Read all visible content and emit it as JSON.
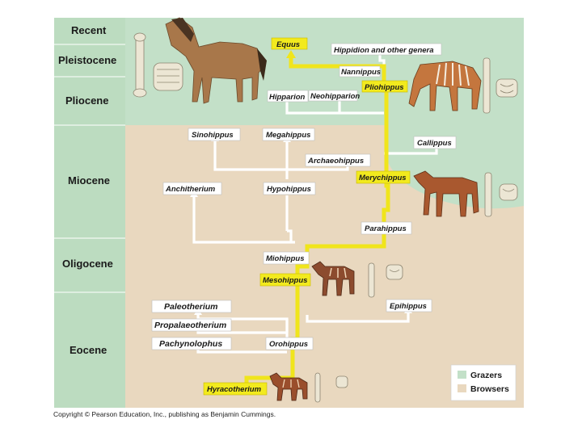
{
  "epochs": {
    "recent": "Recent",
    "pleistocene": "Pleistocene",
    "pliocene": "Pliocene",
    "miocene": "Miocene",
    "oligocene": "Oligocene",
    "eocene": "Eocene"
  },
  "genera": {
    "equus": "Equus",
    "hippidion": "Hippidion and other genera",
    "nannippus": "Nannippus",
    "pliohippus": "Pliohippus",
    "hipparion": "Hipparion",
    "neohipparion": "Neohipparion",
    "sinohippus": "Sinohippus",
    "megahippus": "Megahippus",
    "callippus": "Callippus",
    "archaeohippus": "Archaeohippus",
    "merychippus": "Merychippus",
    "anchitherium": "Anchitherium",
    "hypohippus": "Hypohippus",
    "parahippus": "Parahippus",
    "miohippus": "Miohippus",
    "mesohippus": "Mesohippus",
    "paleotherium": "Paleotherium",
    "propalaeotherium": "Propalaeotherium",
    "pachynolophus": "Pachynolophus",
    "orohippus": "Orohippus",
    "epihippus": "Epihippus",
    "hyracotherium": "Hyracotherium"
  },
  "legend": {
    "grazers": "Grazers",
    "browsers": "Browsers"
  },
  "colors": {
    "epoch_column": "#bcdcc0",
    "grazer": "#c3e0c8",
    "browser": "#e9d8bf",
    "main_lineage": "#f0e51c",
    "branch": "#ffffff"
  },
  "illustrations": {
    "horse_modern": "equus-horse-illustration",
    "horse_striped": "hippidion-horse-illustration",
    "horse_merychippus": "merychippus-horse-illustration",
    "horse_mesohippus": "mesohippus-horse-illustration",
    "horse_hyracotherium": "hyracotherium-horse-illustration",
    "leg_bone": "leg-bone-icon",
    "tooth": "tooth-icon"
  },
  "copyright": "Copyright © Pearson Education, Inc., publishing as Benjamin Cummings."
}
